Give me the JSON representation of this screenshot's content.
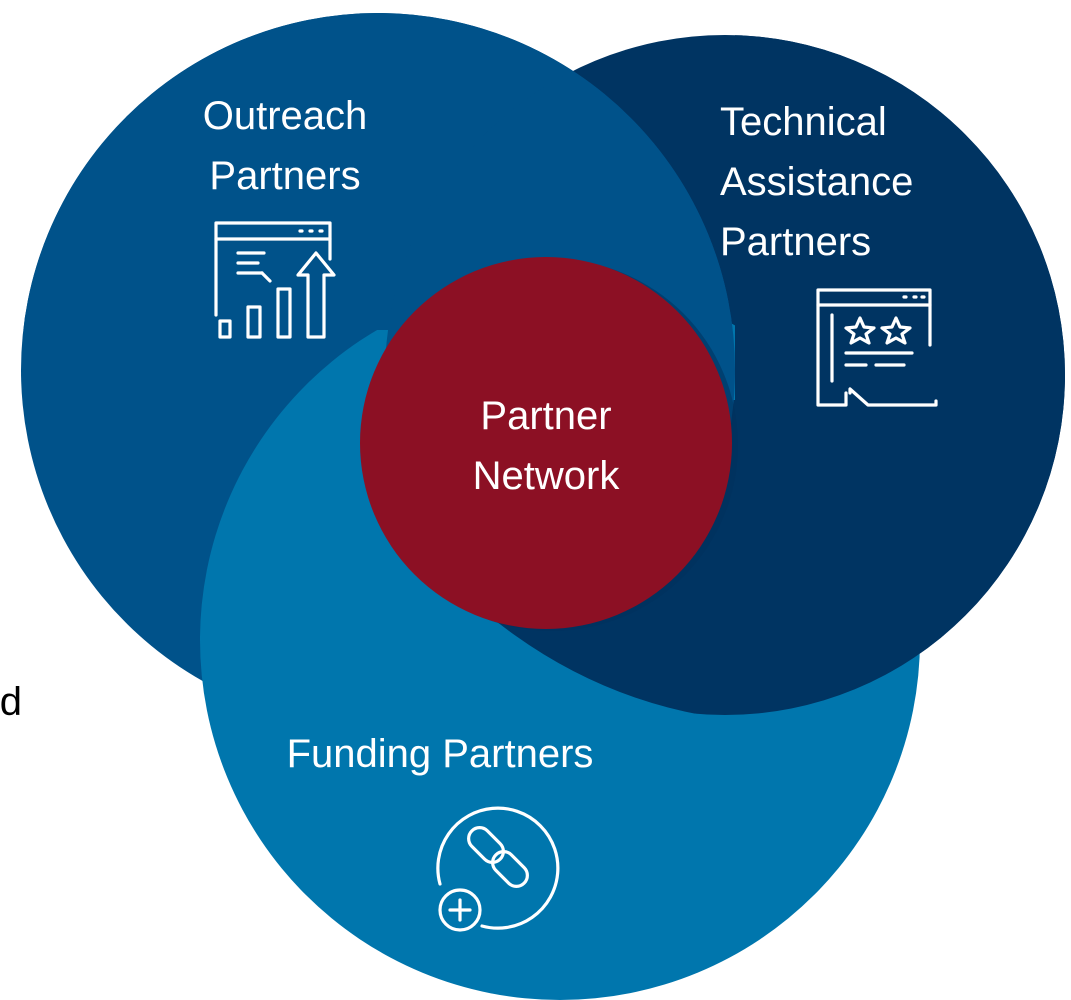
{
  "diagram": {
    "circles": [
      {
        "id": "outreach",
        "lines": [
          "Outreach",
          "Partners"
        ],
        "color": "#00528a",
        "icon": "growth-chart-icon"
      },
      {
        "id": "technical",
        "lines": [
          "Technical",
          "Assistance",
          "Partners"
        ],
        "color": "#003462",
        "icon": "review-stars-icon"
      },
      {
        "id": "funding",
        "lines": [
          "Funding Partners"
        ],
        "color": "#0076ad",
        "icon": "link-add-icon"
      },
      {
        "id": "center",
        "lines": [
          "Partner",
          "Network"
        ],
        "color": "#8c1024"
      }
    ],
    "edge_text": "d"
  }
}
